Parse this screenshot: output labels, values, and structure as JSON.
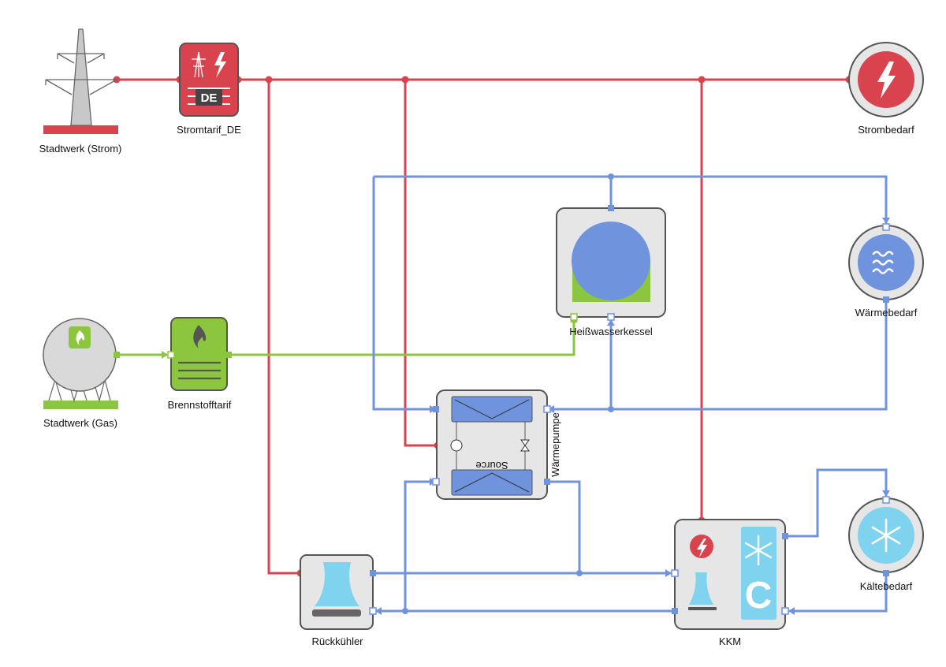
{
  "labels": {
    "stadtwerk_strom": "Stadtwerk (Strom)",
    "stromtarif": "Stromtarif_DE",
    "strombedarf": "Strombedarf",
    "waermebedarf": "Wärmebedarf",
    "heisswasserkessel": "Heißwasserkessel",
    "stadtwerk_gas": "Stadtwerk (Gas)",
    "brennstofftarif": "Brennstofftarif",
    "waermepumpe": "Wärmepumpe",
    "source": "Source",
    "kkm": "KKM",
    "kaeltebedarf": "Kältebedarf",
    "rueckkuehler": "Rückkühler",
    "tarif_badge": "DE",
    "kkm_letter": "C"
  },
  "colors": {
    "electric": "#d9434e",
    "heat": "#6f94dd",
    "fuel": "#8cc63f",
    "cold": "#7fd3ef",
    "box_fill": "#e6e6e6",
    "box_stroke": "#555555"
  }
}
